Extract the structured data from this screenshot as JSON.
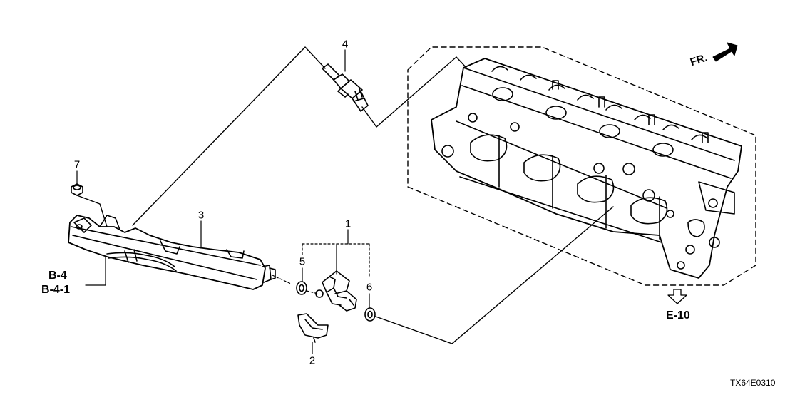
{
  "callouts": {
    "p1": "1",
    "p2": "2",
    "p3": "3",
    "p4": "4",
    "p5": "5",
    "p6": "6",
    "p7": "7"
  },
  "refs": {
    "b4": "B-4",
    "b41": "B-4-1",
    "e10": "E-10",
    "fr": "FR."
  },
  "diagram_code": "TX64E0310"
}
